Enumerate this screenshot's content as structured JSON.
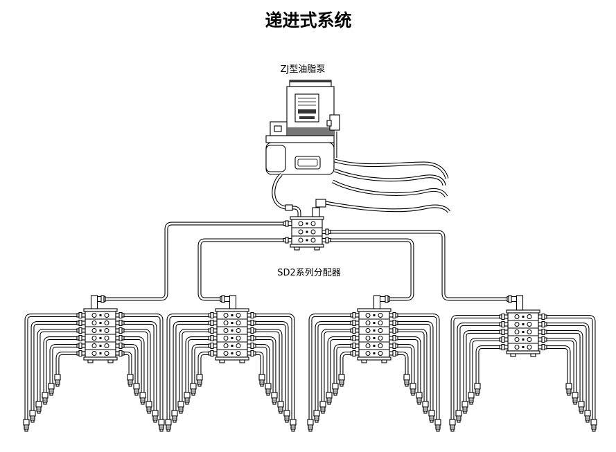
{
  "title": "递进式系统",
  "labels": {
    "pump": "ZJ型油脂泵",
    "distributor": "SD2系列分配器"
  },
  "colors": {
    "line": "#000000",
    "fill": "#ffffff",
    "dark": "#333333",
    "shade": "#777777"
  }
}
